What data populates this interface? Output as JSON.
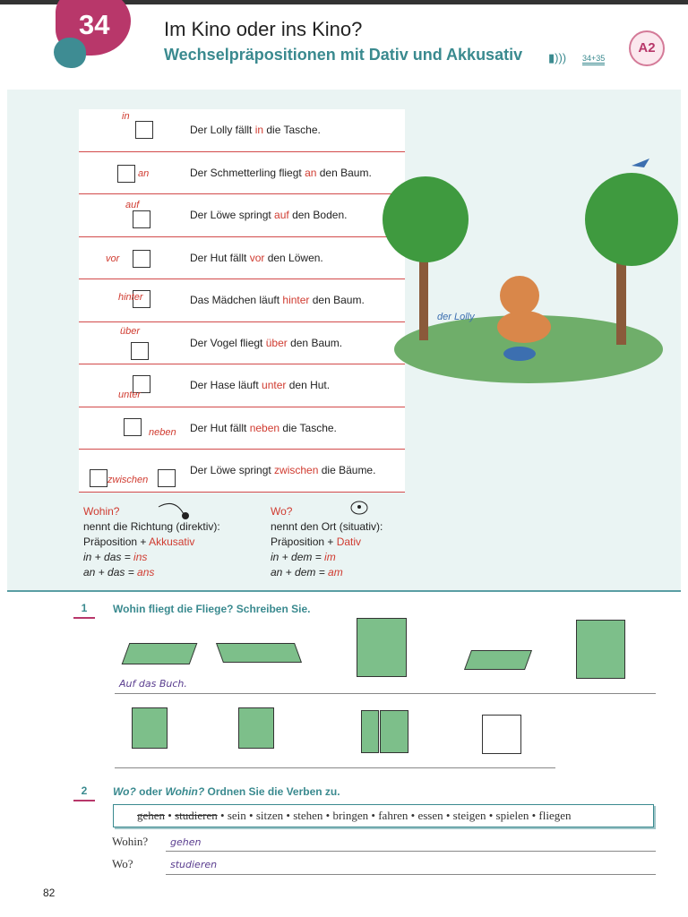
{
  "header": {
    "lesson_number": "34",
    "title": "Im Kino oder ins Kino?",
    "subtitle": "Wechselpräpositionen mit Dativ und Akkusativ",
    "audio_icon": "speaker-icon",
    "audio_tracks": "34+35",
    "level": "A2"
  },
  "table": [
    {
      "prep": "in",
      "before": "Der Lolly fällt ",
      "after": " die Tasche."
    },
    {
      "prep": "an",
      "before": "Der Schmetterling fliegt ",
      "after": " den Baum."
    },
    {
      "prep": "auf",
      "before": "Der Löwe springt ",
      "after": " den Boden."
    },
    {
      "prep": "vor",
      "before": "Der Hut fällt ",
      "after": " den Löwen."
    },
    {
      "prep": "hinter",
      "before": "Das Mädchen läuft ",
      "after": " den Baum."
    },
    {
      "prep": "über",
      "before": "Der Vogel fliegt ",
      "after": " den Baum."
    },
    {
      "prep": "unter",
      "before": "Der Hase läuft ",
      "after": " den Hut."
    },
    {
      "prep": "neben",
      "before": "Der Hut fällt ",
      "after": " die Tasche."
    },
    {
      "prep": "zwischen",
      "before": "Der Löwe springt ",
      "after": " die Bäume."
    }
  ],
  "illustration": {
    "label": "der Lolly"
  },
  "notes": {
    "wohin": {
      "q": "Wohin?",
      "l1": "nennt die Richtung (direktiv):",
      "l2a": "Präposition + ",
      "l2b": "Akkusativ",
      "l3a": "in + das = ",
      "l3b": "ins",
      "l4a": "an + das = ",
      "l4b": "ans"
    },
    "wo": {
      "q": "Wo?",
      "l1": "nennt den Ort (situativ):",
      "l2a": "Präposition + ",
      "l2b": "Dativ",
      "l3a": "in + dem = ",
      "l3b": "im",
      "l4a": "an + dem = ",
      "l4b": "am"
    }
  },
  "exercise1": {
    "number": "1",
    "title": "Wohin fliegt die Fliege? Schreiben Sie.",
    "answer": "Auf das Buch."
  },
  "exercise2": {
    "number": "2",
    "title_a": "Wo?",
    "title_b": " oder ",
    "title_c": "Wohin?",
    "title_d": " Ordnen Sie die Verben zu.",
    "words_struck": [
      "gehen",
      "studieren"
    ],
    "words": "sein • sitzen • stehen • bringen • fahren • essen • steigen • spielen • fliegen",
    "wohin_label": "Wohin?",
    "wohin_answer": "gehen",
    "wo_label": "Wo?",
    "wo_answer": "studieren"
  },
  "page_number": "82"
}
